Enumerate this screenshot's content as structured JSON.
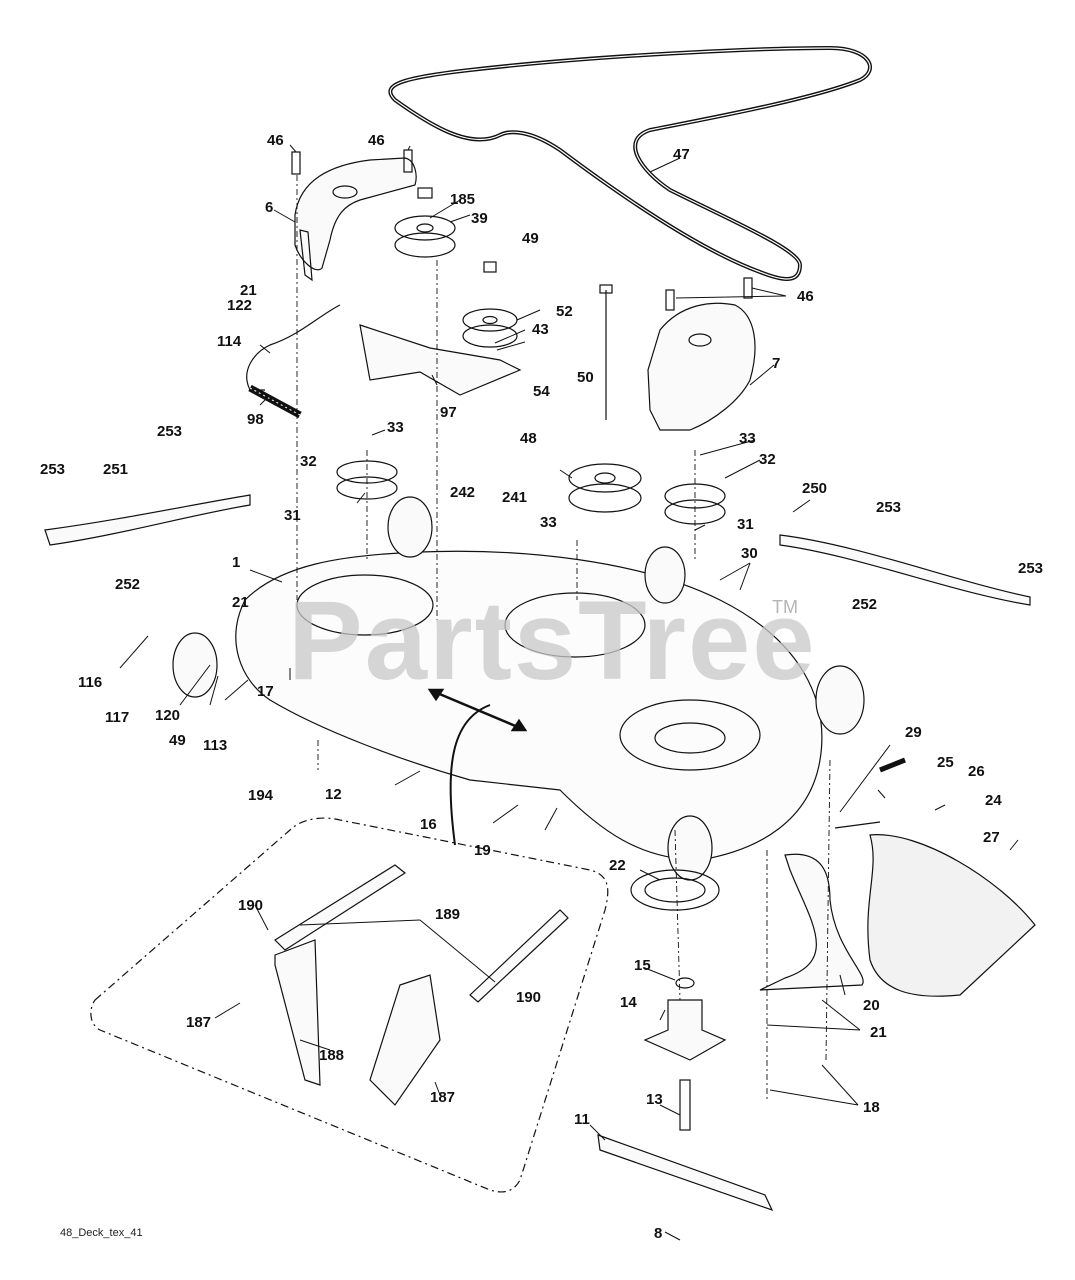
{
  "diagram": {
    "title_code": "48_Deck_tex_41",
    "watermark": "PartsTree",
    "trademark": "TM",
    "callouts": [
      {
        "id": "c46a",
        "text": "46"
      },
      {
        "id": "c46b",
        "text": "46"
      },
      {
        "id": "c6",
        "text": "6"
      },
      {
        "id": "c185",
        "text": "185"
      },
      {
        "id": "c39",
        "text": "39"
      },
      {
        "id": "c47",
        "text": "47"
      },
      {
        "id": "c21a",
        "text": "21"
      },
      {
        "id": "c122",
        "text": "122"
      },
      {
        "id": "c49a",
        "text": "49"
      },
      {
        "id": "c52",
        "text": "52"
      },
      {
        "id": "c46c",
        "text": "46"
      },
      {
        "id": "c114",
        "text": "114"
      },
      {
        "id": "c43",
        "text": "43"
      },
      {
        "id": "c50",
        "text": "50"
      },
      {
        "id": "c7",
        "text": "7"
      },
      {
        "id": "c54",
        "text": "54"
      },
      {
        "id": "c98",
        "text": "98"
      },
      {
        "id": "c97",
        "text": "97"
      },
      {
        "id": "c33a",
        "text": "33"
      },
      {
        "id": "c48",
        "text": "48"
      },
      {
        "id": "c33b",
        "text": "33"
      },
      {
        "id": "c253a",
        "text": "253"
      },
      {
        "id": "c253b",
        "text": "253"
      },
      {
        "id": "c251",
        "text": "251"
      },
      {
        "id": "c32a",
        "text": "32"
      },
      {
        "id": "c32b",
        "text": "32"
      },
      {
        "id": "c242",
        "text": "242"
      },
      {
        "id": "c241",
        "text": "241"
      },
      {
        "id": "c250",
        "text": "250"
      },
      {
        "id": "c253c",
        "text": "253"
      },
      {
        "id": "c31a",
        "text": "31"
      },
      {
        "id": "c33c",
        "text": "33"
      },
      {
        "id": "c31b",
        "text": "31"
      },
      {
        "id": "c253d",
        "text": "253"
      },
      {
        "id": "c252a",
        "text": "252"
      },
      {
        "id": "c1",
        "text": "1"
      },
      {
        "id": "c30",
        "text": "30"
      },
      {
        "id": "c252b",
        "text": "252"
      },
      {
        "id": "c21b",
        "text": "21"
      },
      {
        "id": "c116",
        "text": "116"
      },
      {
        "id": "c17",
        "text": "17"
      },
      {
        "id": "c117",
        "text": "117"
      },
      {
        "id": "c120",
        "text": "120"
      },
      {
        "id": "c49b",
        "text": "49"
      },
      {
        "id": "c113",
        "text": "113"
      },
      {
        "id": "c29",
        "text": "29"
      },
      {
        "id": "c25",
        "text": "25"
      },
      {
        "id": "c26",
        "text": "26"
      },
      {
        "id": "c24",
        "text": "24"
      },
      {
        "id": "c194",
        "text": "194"
      },
      {
        "id": "c12",
        "text": "12"
      },
      {
        "id": "c16",
        "text": "16"
      },
      {
        "id": "c19",
        "text": "19"
      },
      {
        "id": "c27",
        "text": "27"
      },
      {
        "id": "c22",
        "text": "22"
      },
      {
        "id": "c190a",
        "text": "190"
      },
      {
        "id": "c189",
        "text": "189"
      },
      {
        "id": "c15",
        "text": "15"
      },
      {
        "id": "c20",
        "text": "20"
      },
      {
        "id": "c190b",
        "text": "190"
      },
      {
        "id": "c14",
        "text": "14"
      },
      {
        "id": "c21c",
        "text": "21"
      },
      {
        "id": "c187a",
        "text": "187"
      },
      {
        "id": "c188",
        "text": "188"
      },
      {
        "id": "c187b",
        "text": "187"
      },
      {
        "id": "c18",
        "text": "18"
      },
      {
        "id": "c13",
        "text": "13"
      },
      {
        "id": "c11",
        "text": "11"
      },
      {
        "id": "c8",
        "text": "8"
      }
    ]
  }
}
